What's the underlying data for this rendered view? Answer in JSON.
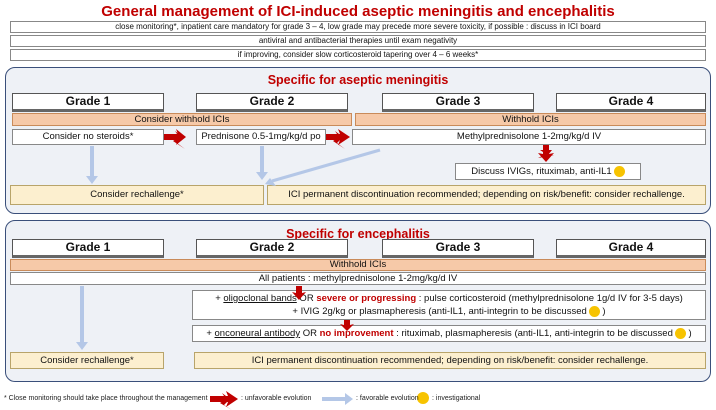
{
  "title": "General management of ICI-induced aseptic meningitis and encephalitis",
  "general": [
    "close monitoring*, inpatient care mandatory for grade 3 – 4, low grade may precede more severe toxicity, if possible : discuss in ICI board",
    "antiviral and antibacterial therapies until exam negativity",
    "if improving, consider slow corticosteroid tapering over 4 – 6 weeks*"
  ],
  "meningitis": {
    "title": "Specific for aseptic meningitis",
    "grades": [
      "Grade 1",
      "Grade 2",
      "Grade 3",
      "Grade 4"
    ],
    "withhold_left": "Consider withhold ICIs",
    "withhold_right": "Withhold ICIs",
    "no_steroids": "Consider no steroids*",
    "prednisone": "Prednisone 0.5-1mg/kg/d po",
    "methylpred": "Methylprednisolone 1-2mg/kg/d IV",
    "discuss": "Discuss IVIGs, rituximab, anti-IL1",
    "rechallenge": "Consider rechallenge*",
    "discontinuation": "ICI permanent discontinuation recommended;  depending on risk/benefit: consider rechallenge."
  },
  "encephalitis": {
    "title": "Specific for encephalitis",
    "grades": [
      "Grade 1",
      "Grade 2",
      "Grade 3",
      "Grade 4"
    ],
    "withhold": "Withhold ICIs",
    "all_patients": "All patients : methylprednisolone 1-2mg/kg/d IV",
    "line1_a": "+ ",
    "line1_b": "oligoclonal bands",
    "line1_c": " OR ",
    "line1_d": "severe or progressing",
    "line1_e": " : pulse corticosteroid (methylprednisolone 1g/d IV for 3-5 days)",
    "line2": "+ IVIG 2g/kg or plasmapheresis (anti-IL1, anti-integrin to be discussed",
    "line2_end": " )",
    "line3_a": "+ ",
    "line3_b": "onconeural antibody",
    "line3_c": " OR ",
    "line3_d": "no improvement",
    "line3_e": " : rituximab, plasmapheresis (anti-IL1, anti-integrin to be discussed",
    "line3_end": " )",
    "rechallenge": "Consider rechallenge*",
    "discontinuation": "ICI permanent discontinuation recommended; depending on risk/benefit: consider rechallenge."
  },
  "footer": {
    "note": "* Close monitoring should take place throughout the management",
    "unfavorable": ": unfavorable evolution",
    "favorable": ": favorable evolution",
    "investigational": ": investigational"
  },
  "colors": {
    "red": "#c00000",
    "orange": "#f6c9a8",
    "yellow": "#fcefcf",
    "blue_arrow": "#b4c7e7",
    "dot": "#f7c300",
    "border": "#3a4f7a"
  }
}
